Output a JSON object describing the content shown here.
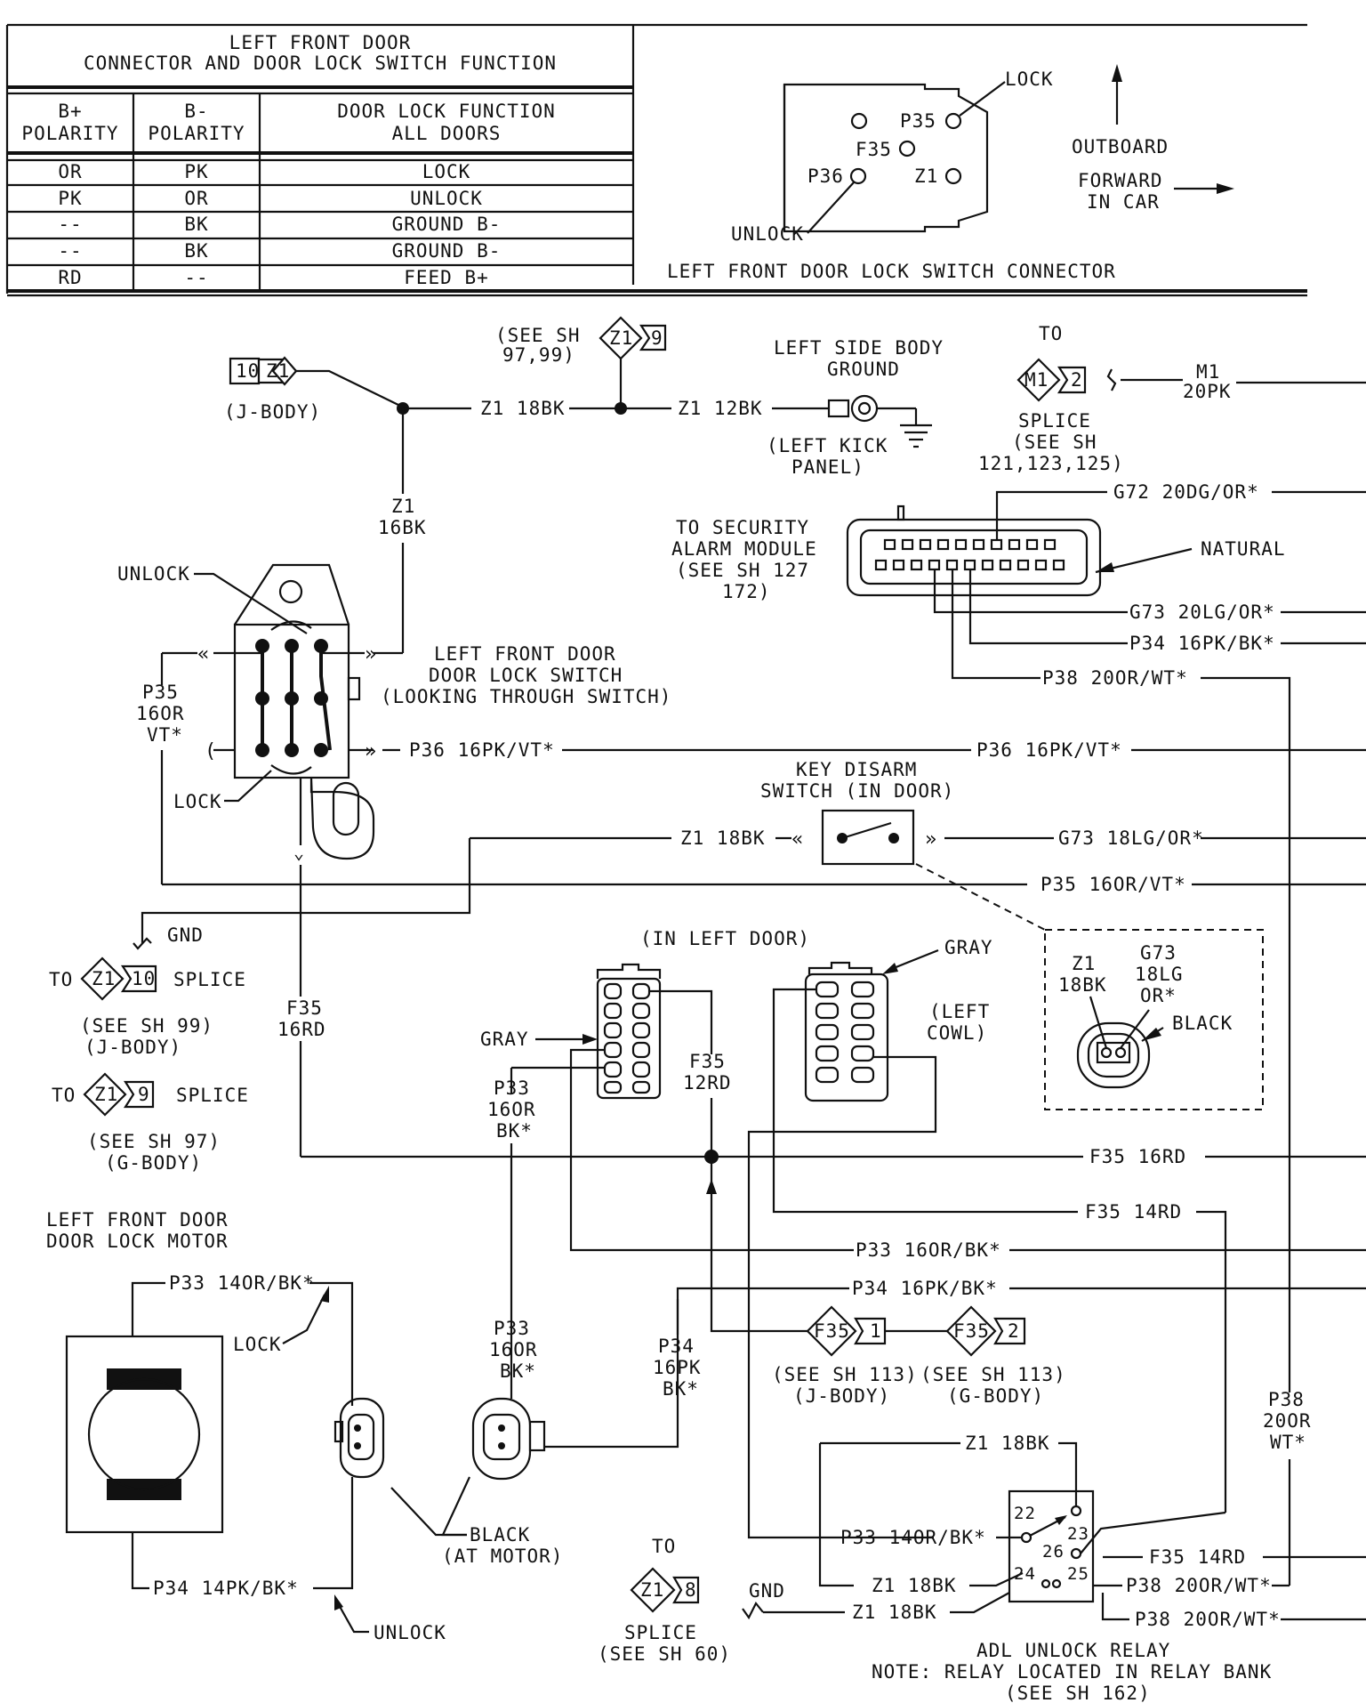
{
  "table": {
    "title_line1": "LEFT FRONT DOOR",
    "title_line2": "CONNECTOR AND DOOR LOCK SWITCH FUNCTION",
    "headers": [
      {
        "line1": "B+",
        "line2": "POLARITY"
      },
      {
        "line1": "B-",
        "line2": "POLARITY"
      },
      {
        "line1": "DOOR LOCK FUNCTION",
        "line2": "ALL DOORS"
      }
    ],
    "rows": [
      [
        "OR",
        "PK",
        "LOCK"
      ],
      [
        "PK",
        "OR",
        "UNLOCK"
      ],
      [
        "--",
        "BK",
        "GROUND B-"
      ],
      [
        "--",
        "BK",
        "GROUND B-"
      ],
      [
        "RD",
        "--",
        "FEED B+"
      ]
    ]
  },
  "connector_view": {
    "pins": {
      "p35": "P35",
      "f35": "F35",
      "p36": "P36",
      "z1": "Z1"
    },
    "lock": "LOCK",
    "unlock": "UNLOCK",
    "outboard": "OUTBOARD",
    "forward_line1": "FORWARD",
    "forward_line2": "IN CAR",
    "caption": "LEFT FRONT DOOR LOCK SWITCH CONNECTOR"
  },
  "labels": {
    "jbody_splice_left": "10",
    "jbody_splice_right": "Z1",
    "jbody": "(J-BODY)",
    "see_sh_line1": "(SEE SH",
    "see_sh_line2": "97,99)",
    "z1_9_left": "Z1",
    "z1_9_right": "9",
    "z1_18bk": "Z1 18BK",
    "z1_12bk": "Z1 12BK",
    "ground_line1": "LEFT SIDE BODY",
    "ground_line2": "GROUND",
    "kick_line1": "(LEFT KICK",
    "kick_line2": "PANEL)",
    "to": "TO",
    "m1_left": "M1",
    "m1_right": "2",
    "m1_wire_line1": "M1",
    "m1_wire_line2": "20PK",
    "splice": "SPLICE",
    "see_sh_121_line1": "(SEE SH",
    "see_sh_121_line2": "121,123,125)",
    "z1_16bk_line1": "Z1",
    "z1_16bk_line2": "16BK",
    "security_line1": "TO SECURITY",
    "security_line2": "ALARM MODULE",
    "security_line3": "(SEE SH 127",
    "security_line4": "172)",
    "g72": "G72 20DG/OR*",
    "natural": "NATURAL",
    "g73_20": "G73 20LG/OR*",
    "p34_16": "P34 16PK/BK*",
    "p38_20": "P38 20OR/WT*",
    "unlock_arrow": "UNLOCK",
    "lock_arrow": "LOCK",
    "switch_line1": "LEFT FRONT DOOR",
    "switch_line2": "DOOR LOCK SWITCH",
    "switch_line3": "(LOOKING THROUGH SWITCH)",
    "p35_left_line1": "P35",
    "p35_left_line2": "16OR",
    "p35_left_line3": "VT*",
    "p36_16": "P36 16PK/VT*",
    "p36_16_right": "P36 16PK/VT*",
    "key_line1": "KEY DISARM",
    "key_line2": "SWITCH (IN DOOR)",
    "z1_18bk_key": "Z1 18BK",
    "g73_18": "G73 18LG/OR*",
    "p35_16": "P35 16OR/VT*",
    "gnd": "GND",
    "to_z1_10_to": "TO",
    "z1_10_left": "Z1",
    "z1_10_right": "10",
    "to_z1_10_splice": "SPLICE",
    "see_sh_99": "(SEE SH 99)",
    "jbody_2": "(J-BODY)",
    "to_z1_9_to": "TO",
    "z1_9b_left": "Z1",
    "z1_9b_right": "9",
    "to_z1_9_splice": "SPLICE",
    "see_sh_97": "(SEE SH 97)",
    "gbody": "(G-BODY)",
    "f35_16rd_line1": "F35",
    "f35_16rd_line2": "16RD",
    "in_left_door": "(IN LEFT DOOR)",
    "gray_top": "GRAY",
    "left_cowl_line1": "(LEFT",
    "left_cowl_line2": "COWL)",
    "gray_left": "GRAY",
    "f35_12rd_line1": "F35",
    "f35_12rd_line2": "12RD",
    "p33_16_line1": "P33",
    "p33_16_line2": "16OR",
    "p33_16_line3": "BK*",
    "inset_z1_line1": "Z1",
    "inset_z1_line2": "18BK",
    "inset_g73_line1": "G73",
    "inset_g73_line2": "18LG",
    "inset_g73_line3": "OR*",
    "black": "BLACK",
    "f35_16rd_right": "F35 16RD",
    "f35_14rd": "F35 14RD",
    "p33_16_right": "P33 16OR/BK*",
    "p34_16_right": "P34 16PK/BK*",
    "motor_line1": "LEFT FRONT DOOR",
    "motor_line2": "DOOR LOCK MOTOR",
    "p33_14": "P33 14OR/BK*",
    "p34_14": "P34 14PK/BK*",
    "motor_lock": "LOCK",
    "motor_unlock": "UNLOCK",
    "p33_mid_line1": "P33",
    "p33_mid_line2": "16OR",
    "p33_mid_line3": "BK*",
    "p34_mid_line1": "P34",
    "p34_mid_line2": "16PK",
    "p34_mid_line3": "BK*",
    "f35_1_left": "F35",
    "f35_1_right": "1",
    "f35_2_left": "F35",
    "f35_2_right": "2",
    "see_sh_113_j": "(SEE SH 113)",
    "jbody_3": "(J-BODY)",
    "see_sh_113_g": "(SEE SH 113)",
    "gbody_2": "(G-BODY)",
    "p38_vert_line1": "P38",
    "p38_vert_line2": "20OR",
    "p38_vert_line3": "WT*",
    "z1_18bk_relay_top": "Z1 18BK",
    "p33_14_relay": "P33 14OR/BK*",
    "f35_14rd_relay": "F35 14RD",
    "z1_18bk_relay_mid": "Z1 18BK",
    "z1_18bk_relay_bot": "Z1 18BK",
    "p38_relay_1": "P38 20OR/WT*",
    "p38_relay_2": "P38 20OR/WT*",
    "pin22": "22",
    "pin23": "23",
    "pin26": "26",
    "pin24": "24",
    "pin25": "25",
    "black_motor_line1": "BLACK",
    "black_motor_line2": "(AT MOTOR)",
    "to_z1_8_to": "TO",
    "z1_8_left": "Z1",
    "z1_8_right": "8",
    "gnd_2": "GND",
    "splice_60_line1": "SPLICE",
    "splice_60_line2": "(SEE SH 60)",
    "relay_line1": "ADL UNLOCK RELAY",
    "relay_line2": "NOTE: RELAY LOCATED IN RELAY BANK",
    "relay_line3": "(SEE SH 162)"
  }
}
